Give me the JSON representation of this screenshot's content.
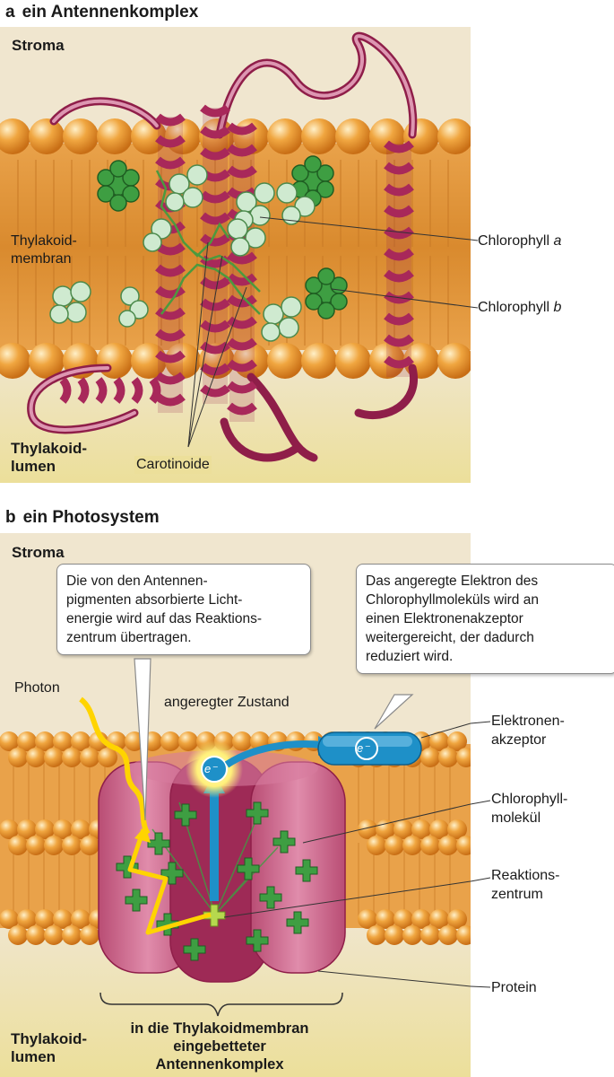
{
  "panel_a": {
    "letter": "a",
    "title": "ein Antennenkomplex",
    "stroma": "Stroma",
    "membrane_label": [
      "Thylakoid-",
      "membran"
    ],
    "lumen_label": [
      "Thylakoid-",
      "lumen"
    ],
    "carotenoids": "Carotinoide",
    "chl_a_prefix": "Chlorophyll ",
    "chl_a_suffix": "a",
    "chl_b_prefix": "Chlorophyll ",
    "chl_b_suffix": "b"
  },
  "panel_b": {
    "letter": "b",
    "title": "ein Photosystem",
    "stroma": "Stroma",
    "callout_left": [
      "Die von den Antennen-",
      "pigmenten absorbierte Licht-",
      "energie wird auf das Reaktions-",
      "zentrum übertragen."
    ],
    "callout_right": [
      "Das angeregte Elektron des",
      "Chlorophyllmoleküls wird an",
      "einen Elektronenakzeptor",
      "weitergereicht, der dadurch",
      "reduziert wird."
    ],
    "photon": "Photon",
    "excited_state": "angeregter Zustand",
    "electron_symbol": "e⁻",
    "electron_acceptor": [
      "Elektronen-",
      "akzeptor"
    ],
    "chlorophyll_molecule": [
      "Chlorophyll-",
      "molekül"
    ],
    "reaction_center": [
      "Reaktions-",
      "zentrum"
    ],
    "protein": "Protein",
    "antenna_complex": [
      "in die Thylakoidmembran",
      "eingebetteter Antennenkomplex"
    ],
    "lumen_label": [
      "Thylakoid-",
      "lumen"
    ]
  },
  "colors": {
    "stroma_bg": "#f0e6cf",
    "lumen_bg": "#ecdf9a",
    "lipid_head": "#e8972d",
    "helix": "#a8285a",
    "chl_a": "#cfead0",
    "chl_b": "#3e9e42",
    "carotenoid": "#4c9a3e",
    "protein": "#c96a8c",
    "electron_carrier": "#1e90c8",
    "photon": "#ffd400"
  }
}
